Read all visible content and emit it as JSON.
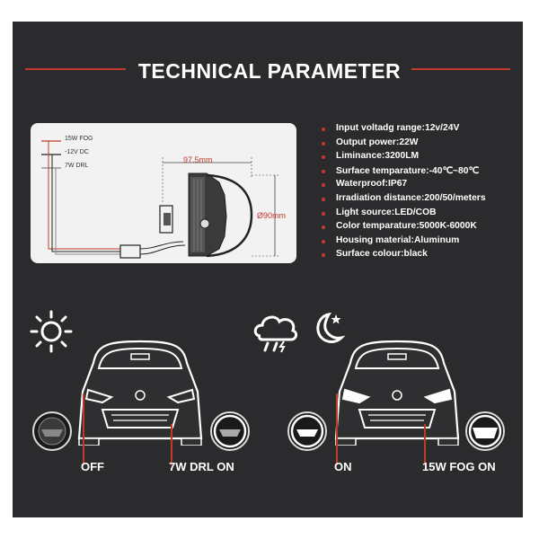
{
  "title": "TECHNICAL PARAMETER",
  "diagram": {
    "width_label": "97.5mm",
    "diameter_label": "Ø90mm",
    "legend": [
      {
        "label": "15W FOG",
        "color": "#c0392b"
      },
      {
        "label": "-12V DC",
        "color": "#222222"
      },
      {
        "label": "7W DRL",
        "color": "#888888"
      }
    ]
  },
  "parameters": [
    "Input voltadg range:12v/24V",
    "Output power:22W",
    "Liminance:3200LM",
    "Surface temparature:-40℃~80℃",
    "Waterproof:IP67",
    "Irradiation distance:200/50/meters",
    "Light source:LED/COB",
    "Color temparature:5000K-6000K",
    "Housing material:Aluminum",
    "Surface colour:black"
  ],
  "modes": {
    "day": {
      "off_label": "OFF",
      "on_label": "7W DRL ON",
      "icon": "sun-icon"
    },
    "night": {
      "on_label": "ON",
      "fog_label": "15W FOG ON",
      "icons": [
        "cloud-rain-icon",
        "moon-icon"
      ]
    }
  },
  "colors": {
    "panel": "#2b2b2d",
    "accent": "#c0392b",
    "text": "#ffffff"
  }
}
